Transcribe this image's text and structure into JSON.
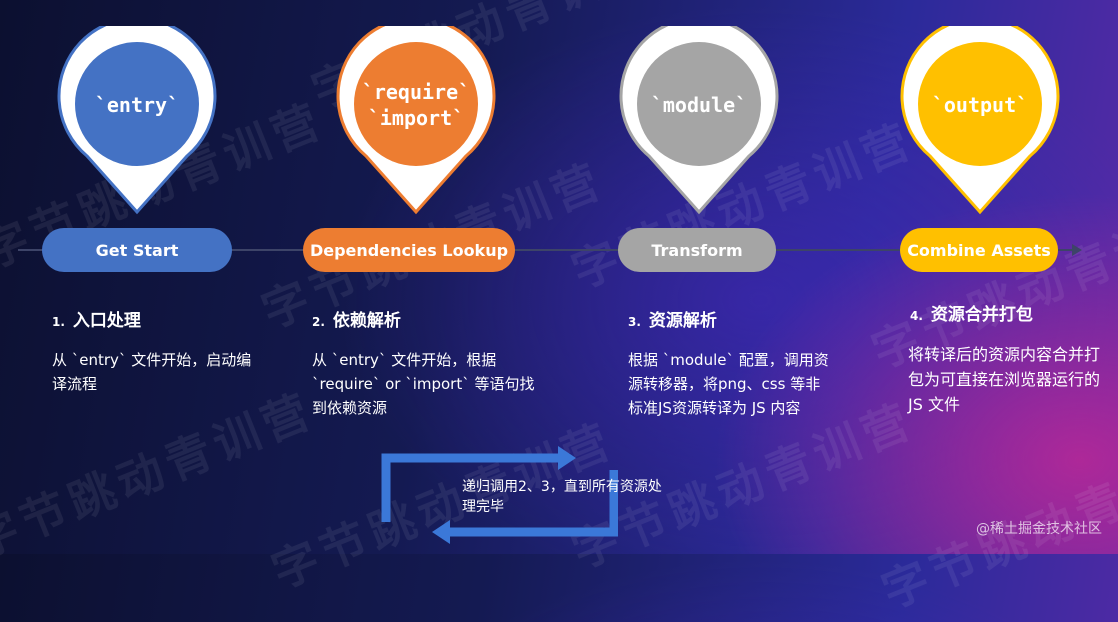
{
  "stages": [
    {
      "pin_label": "`entry`",
      "pill_label": "Get Start",
      "color": "#4472C4"
    },
    {
      "pin_label": "`require`\n`import`",
      "pill_label": "Dependencies Lookup",
      "color": "#ED7D31"
    },
    {
      "pin_label": "`module`",
      "pill_label": "Transform",
      "color": "#A5A5A5"
    },
    {
      "pin_label": "`output`",
      "pill_label": "Combine Assets",
      "color": "#FFC000"
    }
  ],
  "steps": [
    {
      "num": "1.",
      "title": "入口处理",
      "desc": "从 `entry` 文件开始，启动编译流程"
    },
    {
      "num": "2.",
      "title": "依赖解析",
      "desc": "从 `entry` 文件开始，根据 `require` or `import` 等语句找到依赖资源"
    },
    {
      "num": "3.",
      "title": "资源解析",
      "desc": "根据 `module` 配置，调用资源转移器，将png、css 等非标准JS资源转译为 JS 内容"
    },
    {
      "num": "4.",
      "title": "资源合并打包",
      "desc": "将转译后的资源内容合并打包为可直接在浏览器运行的 JS 文件"
    }
  ],
  "loop": {
    "text": "递归调用2、3，直到所有资源处理完毕"
  },
  "watermark": "字节跳动青训营",
  "credit": "@稀土掘金技术社区"
}
